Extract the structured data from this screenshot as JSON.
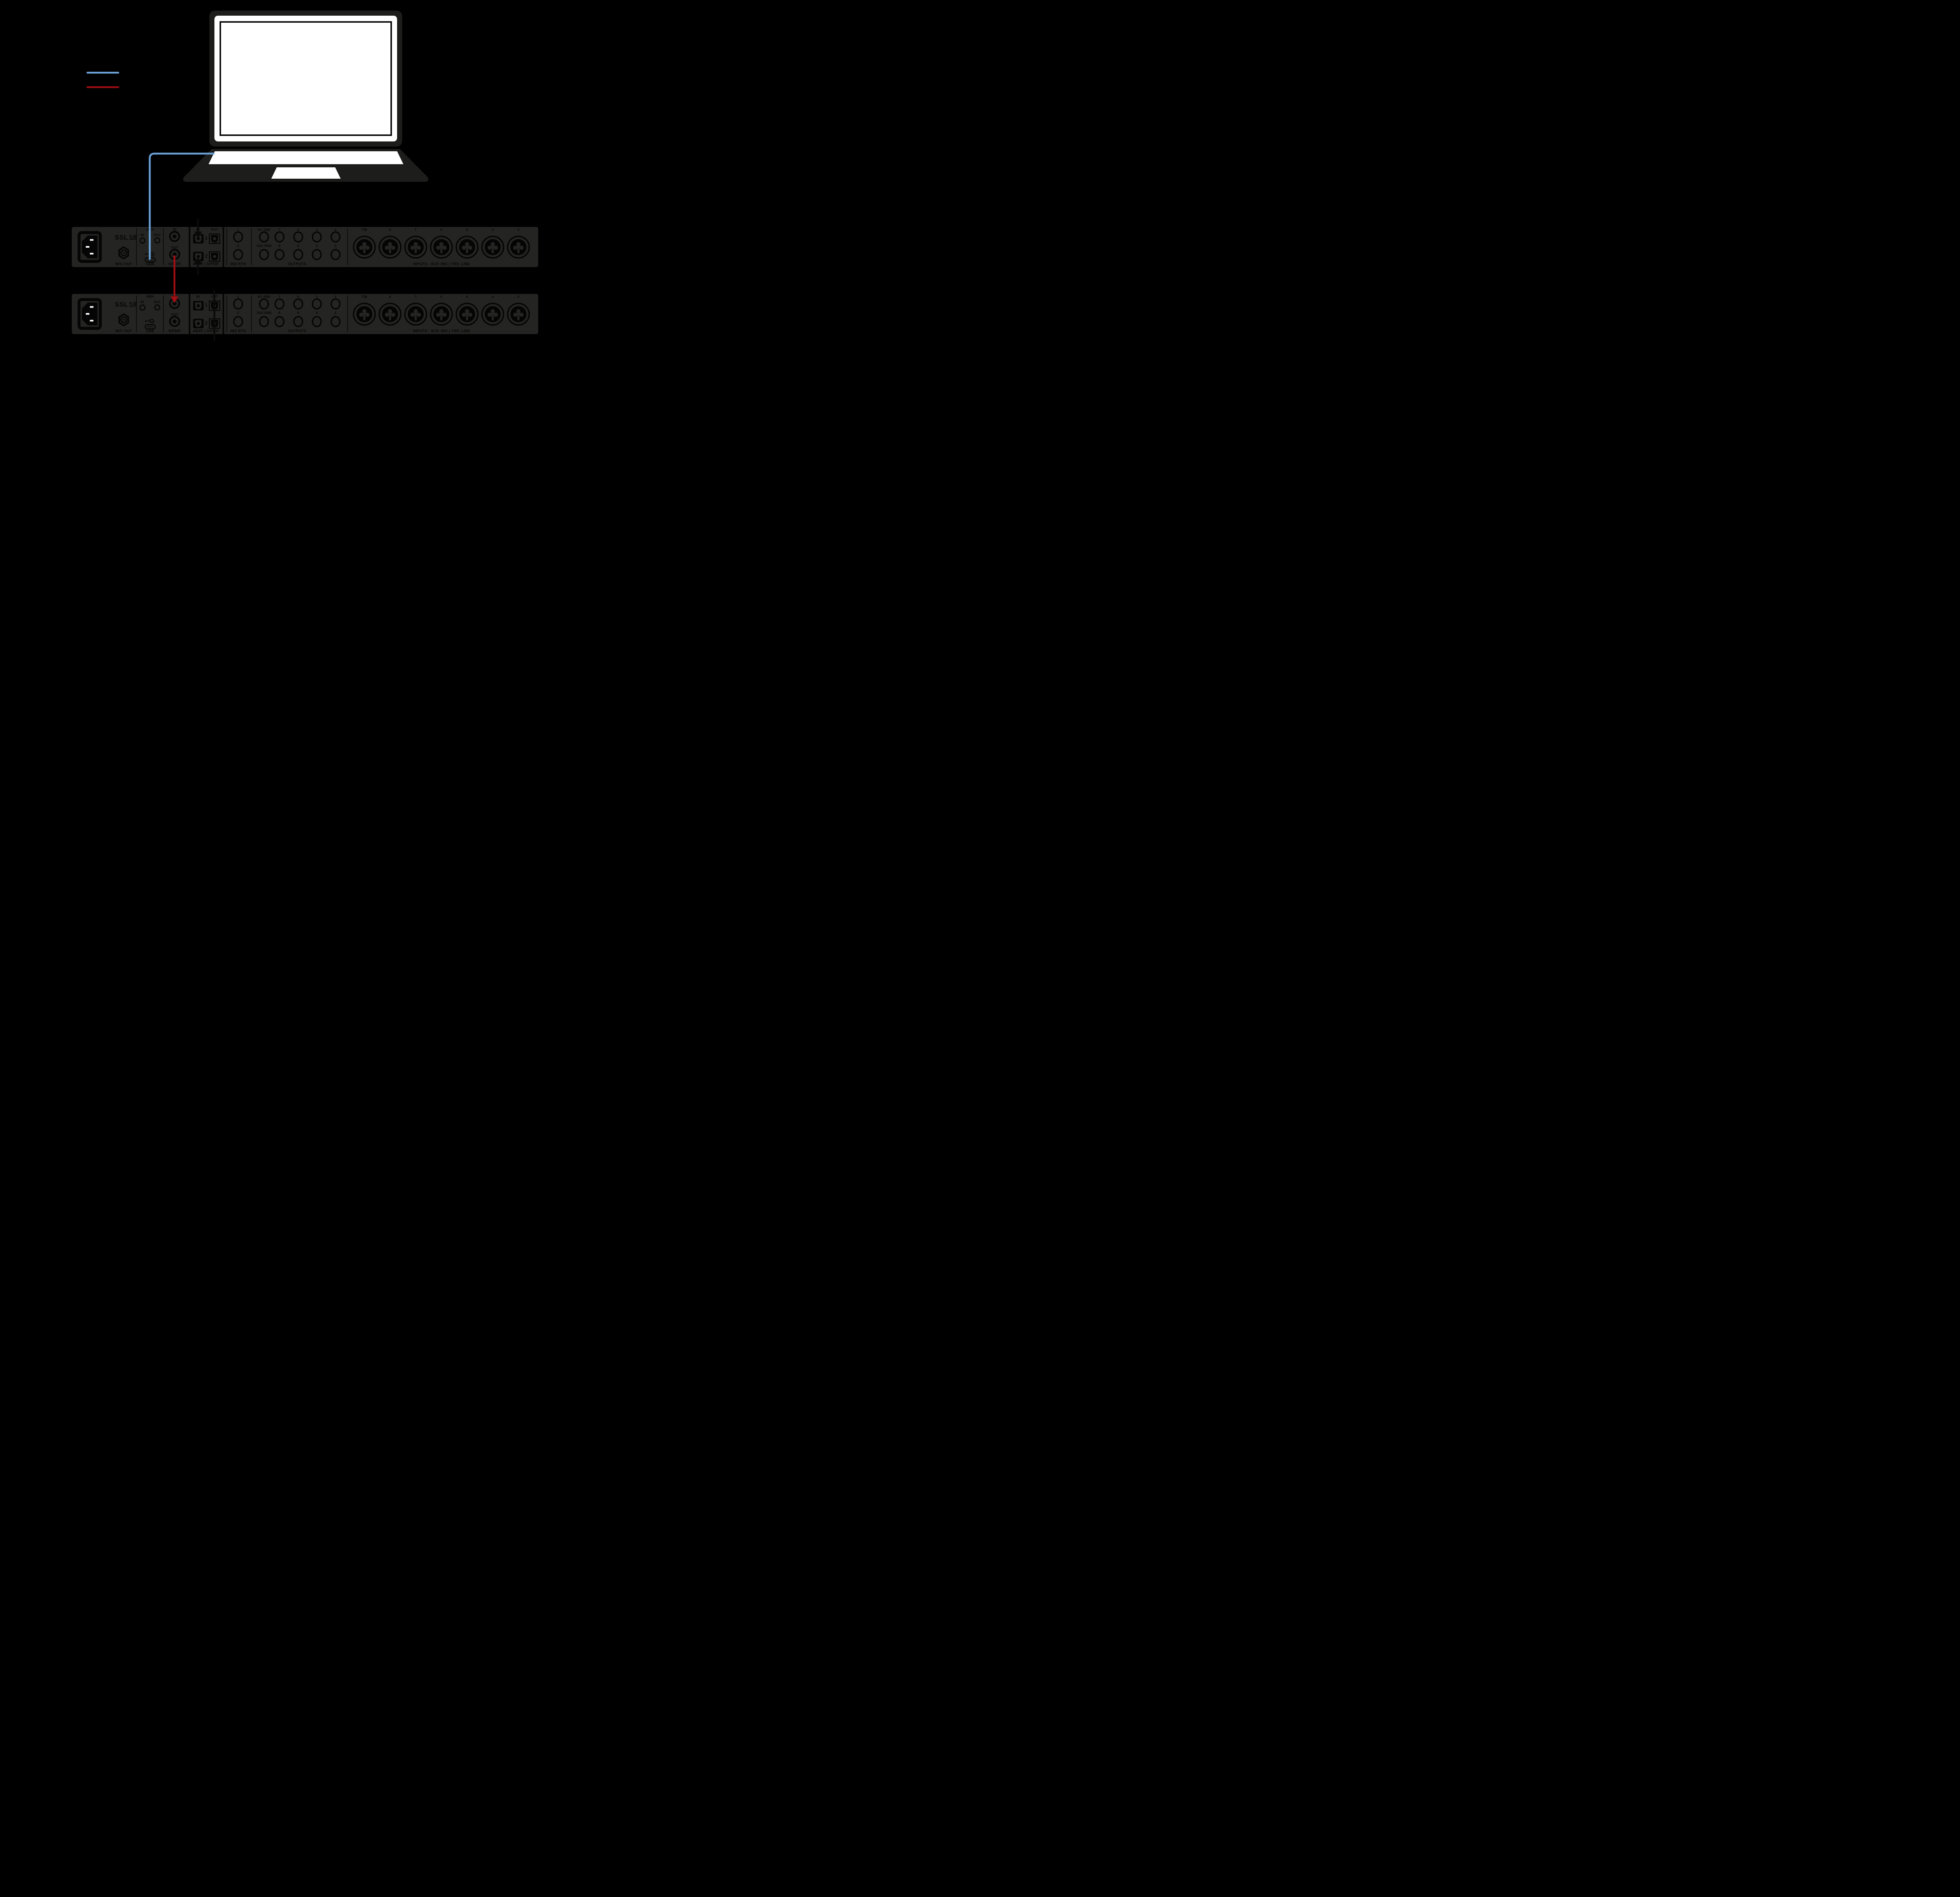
{
  "colors": {
    "background": "#000000",
    "panel": "#242422",
    "graphics": "#050505",
    "laptop_body": "#1D1D1B",
    "usb_cable": "#6AA2D8",
    "spdif_cable": "#A10E14",
    "optical_cable": "#0A0A0A"
  },
  "legend": {
    "usb_line_color": "#6AA2D8",
    "spdif_line_color": "#A10E14"
  },
  "rack": {
    "logo": {
      "brand": "SSL",
      "number": "18"
    },
    "wc_out_label": "W/C OUT",
    "midi": {
      "header": "MIDI",
      "in": "IN",
      "out": "OUT"
    },
    "usb_label": "USB",
    "spdif": {
      "in": "IN",
      "out": "OUT",
      "label": "S/PDIF"
    },
    "optical": {
      "in": "IN",
      "out": "OUT",
      "ch1": "1",
      "ch2": "2",
      "label": "ADAT | S/PDIF"
    },
    "ins_rtn": {
      "ch1": "1",
      "ch2": "2",
      "label": "INS RTN"
    },
    "outputs": {
      "row1": [
        "9/1 SND",
        "7",
        "5",
        "3",
        "1"
      ],
      "row2": [
        "10/2 SND",
        "8",
        "6",
        "4",
        "2"
      ],
      "label": "OUTPUTS"
    },
    "inputs": {
      "tb": "T/B",
      "row": [
        "8",
        "7",
        "6",
        "5",
        "4",
        "3"
      ],
      "label": "INPUTS - XLR: MIC | TRS: LINE"
    }
  }
}
